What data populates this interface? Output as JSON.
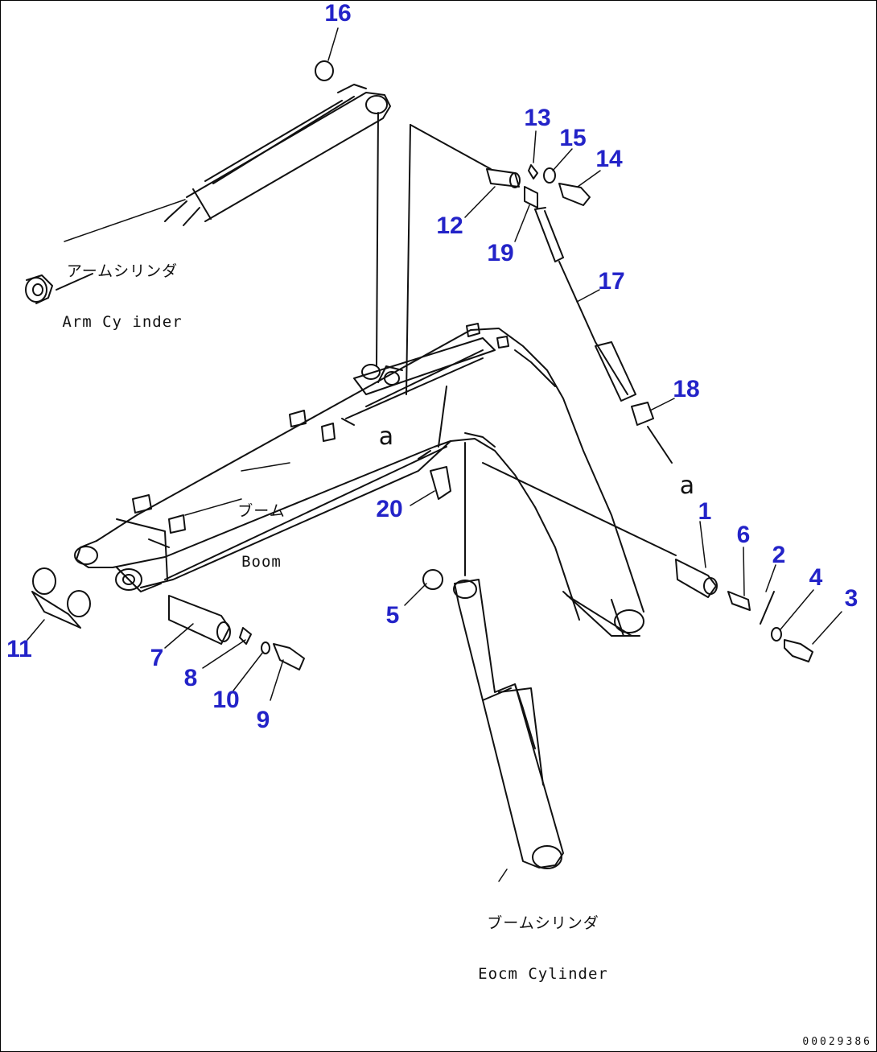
{
  "callouts": [
    "1",
    "2",
    "3",
    "4",
    "5",
    "6",
    "7",
    "8",
    "9",
    "10",
    "11",
    "12",
    "13",
    "14",
    "15",
    "16",
    "17",
    "18",
    "19",
    "20"
  ],
  "labels": {
    "arm_cylinder_jp": "アームシリンダ",
    "arm_cylinder_en": "Arm Cy inder",
    "boom_jp": "ブーム",
    "boom_en": "Boom",
    "boom_cylinder_jp": "ブームシリンダ",
    "boom_cylinder_en": "Eocm Cylinder"
  },
  "references": {
    "a": "a"
  },
  "document_number": "00029386",
  "colors": {
    "callout": "#2323c8",
    "line": "#111111",
    "frame": "#000000"
  }
}
